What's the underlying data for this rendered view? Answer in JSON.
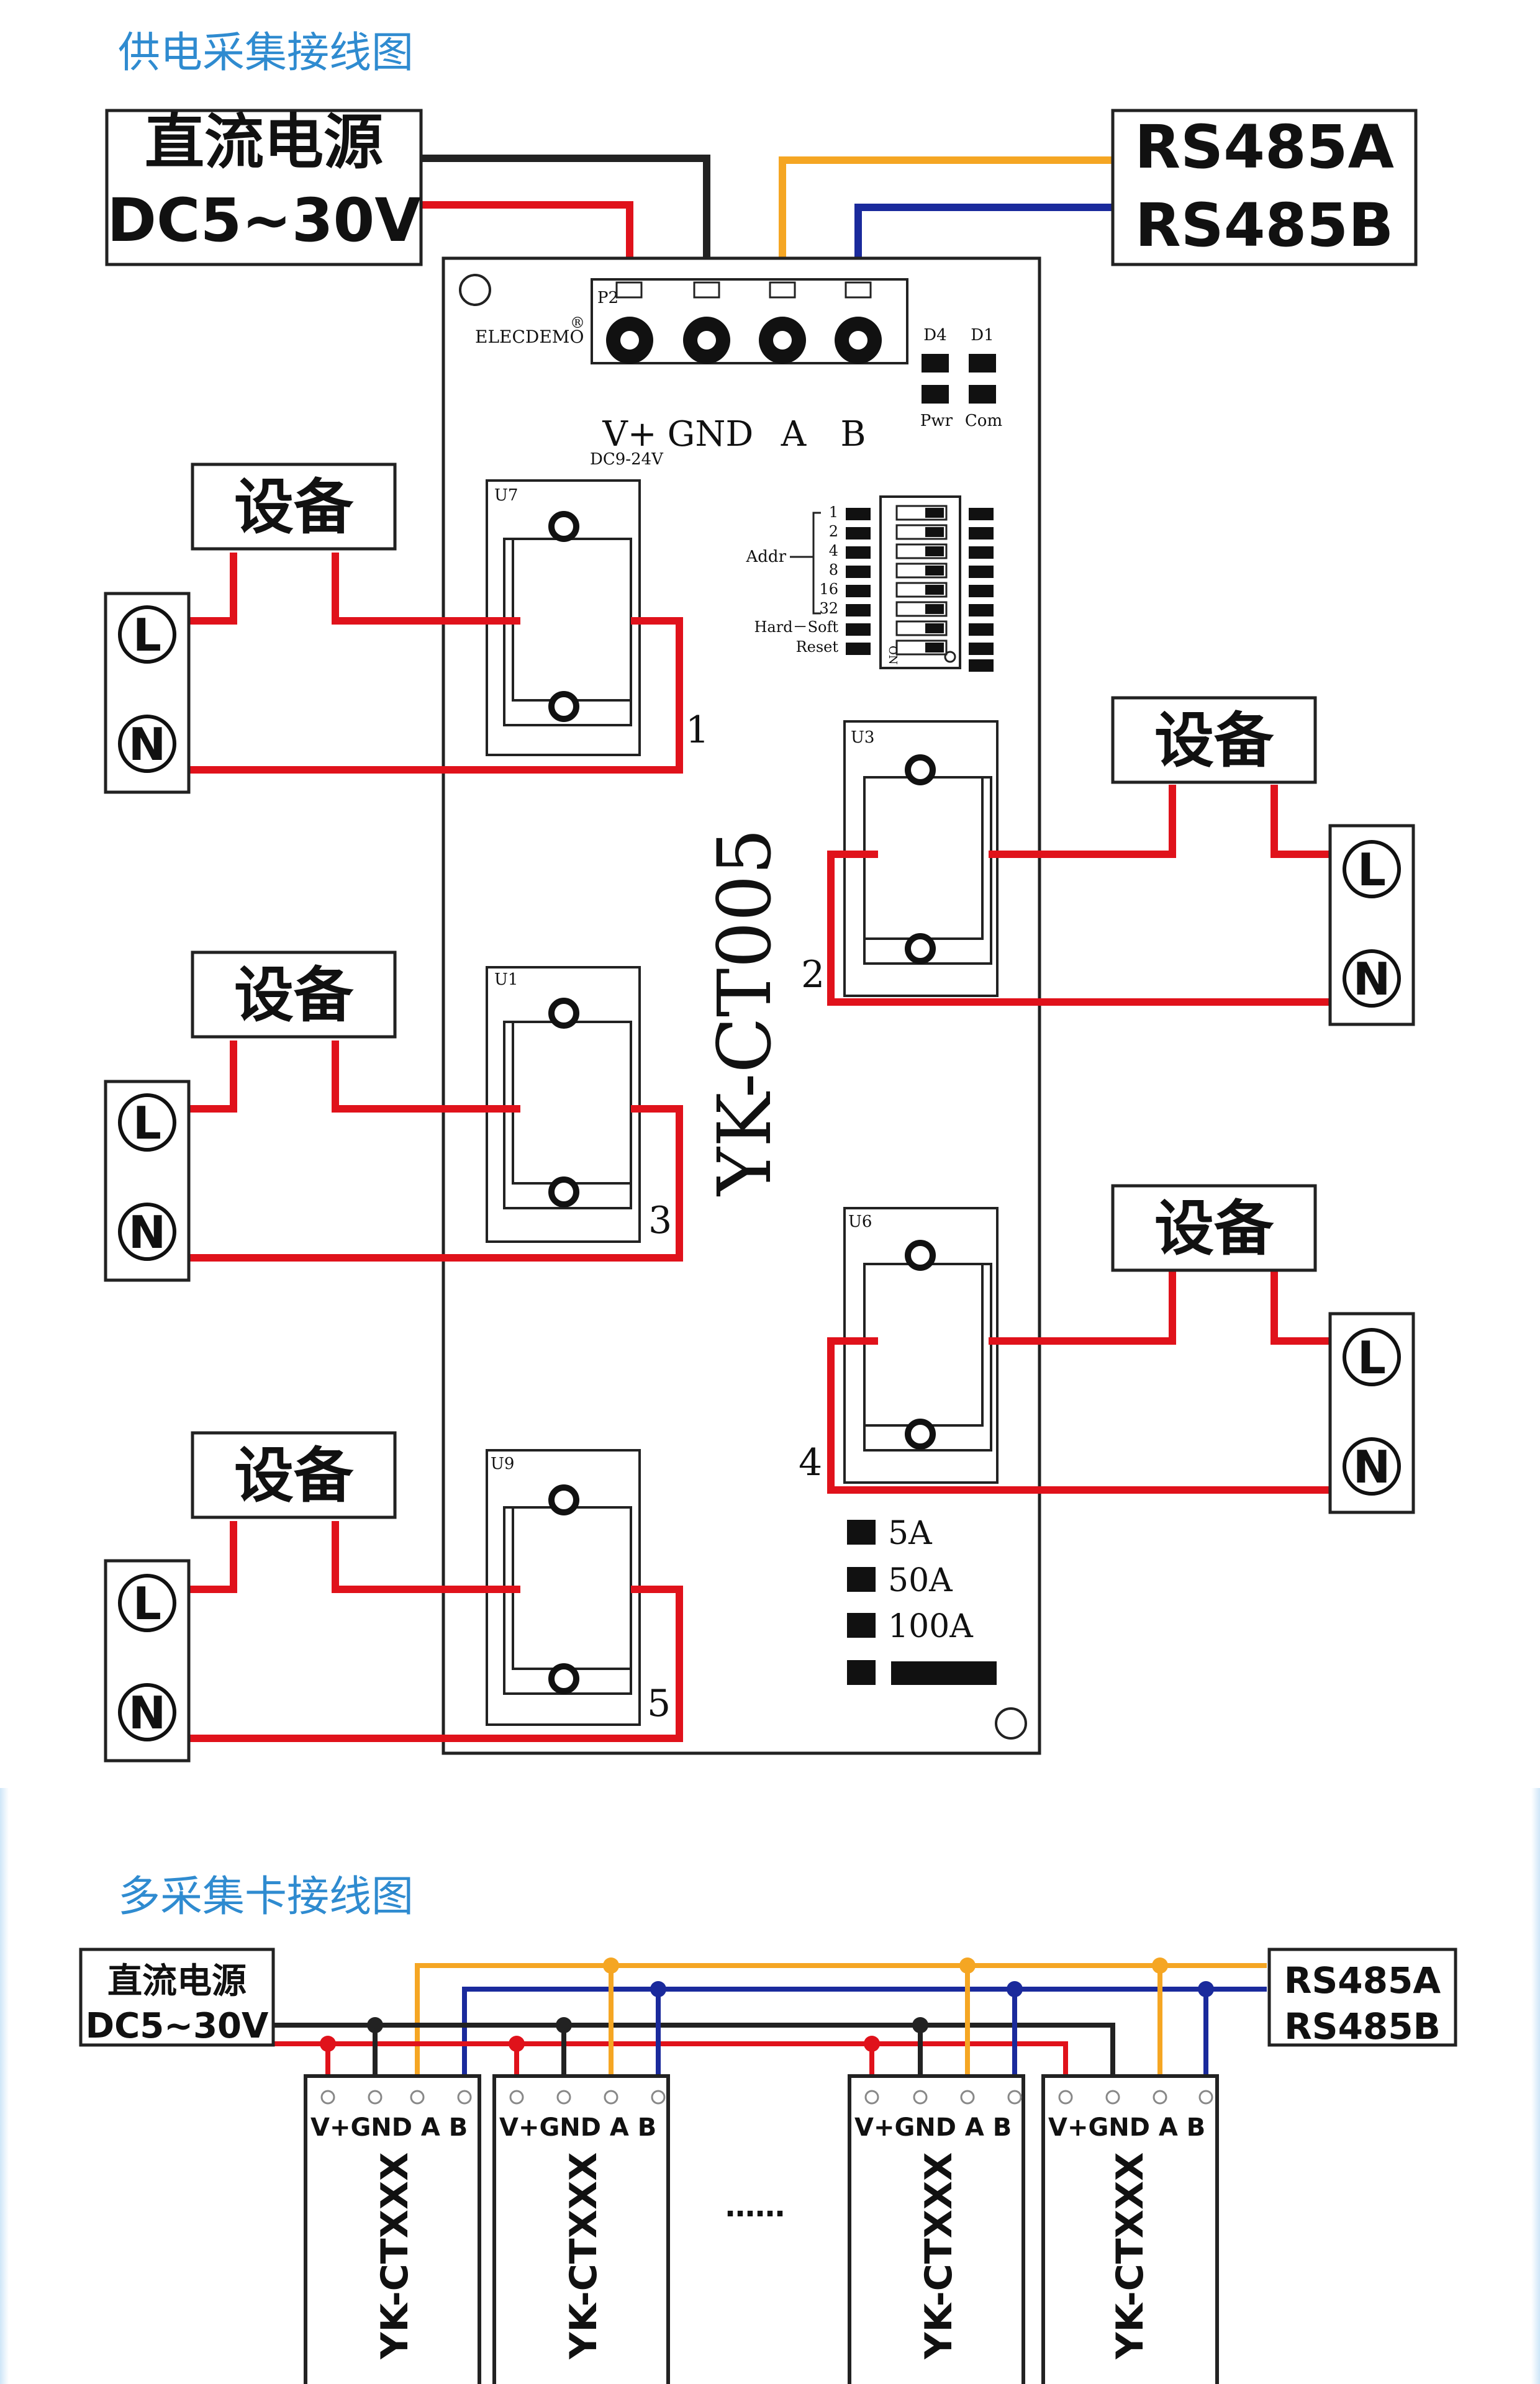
{
  "section1": {
    "title": "供电采集接线图",
    "power_label": [
      "直流电源",
      "DC5~30V"
    ],
    "rs485_label": [
      "RS485A",
      "RS485B"
    ],
    "board": {
      "model": "YK-CT005",
      "brand": "ELECDEMO",
      "brand_mark": "®",
      "connector_ref": "P2",
      "terminals": [
        "V+",
        "GND",
        "A",
        "B"
      ],
      "power_note": "DC9-24V",
      "leds": [
        {
          "ref": "D4",
          "label": "Pwr"
        },
        {
          "ref": "D1",
          "label": "Com"
        }
      ],
      "dip_bits": [
        "1",
        "2",
        "4",
        "8",
        "16",
        "32"
      ],
      "addr_label": "Addr",
      "hard_soft_label": "Hard－Soft",
      "reset_label": "Reset",
      "dip_on_label": "ON",
      "ranges": [
        "5A",
        "50A",
        "100A"
      ]
    },
    "channels": [
      {
        "ref": "U7",
        "number": "1"
      },
      {
        "ref": "U3",
        "number": "2"
      },
      {
        "ref": "U1",
        "number": "3"
      },
      {
        "ref": "U6",
        "number": "4"
      },
      {
        "ref": "U9",
        "number": "5"
      }
    ],
    "device_label": "设备",
    "line_label": "L",
    "neutral_label": "N"
  },
  "section2": {
    "title": "多采集卡接线图",
    "power_label": [
      "直流电源",
      "DC5~30V"
    ],
    "rs485_label": [
      "RS485A",
      "RS485B"
    ],
    "card_terminals": "V+GND A   B",
    "card_model": "YK-CTXXX",
    "ellipsis": "……"
  },
  "colors": {
    "title": "#2f8bd0",
    "power_positive": "#e0121b",
    "power_ground": "#222222",
    "rs485_a": "#f5a623",
    "rs485_b": "#1a2a9c",
    "load_wire": "#e0121b"
  }
}
